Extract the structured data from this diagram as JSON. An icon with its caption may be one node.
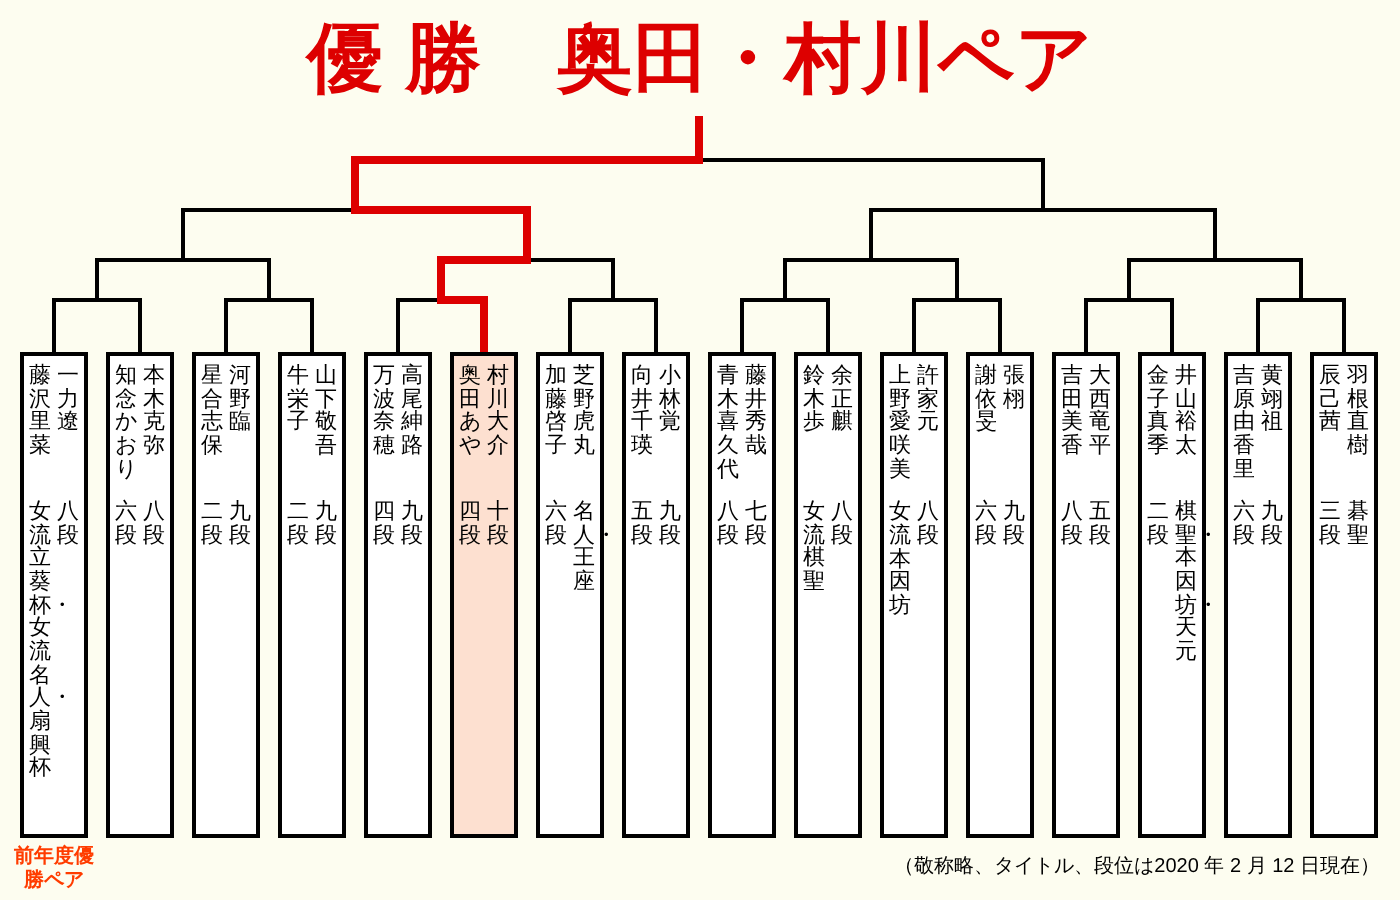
{
  "diagram": {
    "nodes": [
      {
        "text": [
          "優 勝　奥田・村川ペア"
        ]
      },
      {
        "text": [
          "藤沢里菜",
          "女流立葵杯・女流名人・扇興杯",
          "一力遼",
          "八段"
        ],
        "beside": [
          "前年度優勝ペア"
        ]
      },
      {
        "text": [
          "知念かおり",
          "六段",
          "本木克弥",
          "八段"
        ]
      },
      {
        "text": [
          "星合志保",
          "二段",
          "河野臨",
          "九段"
        ]
      },
      {
        "text": [
          "牛栄子",
          "二段",
          "山下敬吾",
          "九段"
        ]
      },
      {
        "text": [
          "万波奈穂",
          "四段",
          "高尾紳路",
          "九段"
        ]
      },
      {
        "text": [
          "奥田あや",
          "四段",
          "村川大介",
          "十段"
        ]
      },
      {
        "text": [
          "加藤啓子",
          "六段",
          "芝野虎丸",
          "名人・王座"
        ]
      },
      {
        "text": [
          "向井千瑛",
          "五段",
          "小林覚",
          "九段"
        ]
      },
      {
        "text": [
          "青木喜久代",
          "八段",
          "藤井秀哉",
          "七段"
        ]
      },
      {
        "text": [
          "鈴木歩",
          "女流棋聖",
          "余正麒",
          "八段"
        ]
      },
      {
        "text": [
          "上野愛咲美",
          "女流本因坊",
          "許家元",
          "八段"
        ]
      },
      {
        "text": [
          "謝依旻",
          "六段",
          "張栩",
          "九段"
        ]
      },
      {
        "text": [
          "吉田美香",
          "八段",
          "大西竜平",
          "五段"
        ]
      },
      {
        "text": [
          "金子真季",
          "二段",
          "井山裕太",
          "棋聖・本因坊・天元"
        ]
      },
      {
        "text": [
          "吉原由香里",
          "六段",
          "黄翊祖",
          "九段"
        ]
      },
      {
        "text": [
          "辰己茜",
          "三段",
          "羽根直樹",
          "碁聖"
        ]
      }
    ],
    "edges": [
      {
        "from": 1,
        "to": 0,
        "arrow": "none"
      },
      {
        "from": 2,
        "to": 0,
        "arrow": "none"
      },
      {
        "from": 3,
        "to": 0,
        "arrow": "none"
      },
      {
        "from": 4,
        "to": 0,
        "arrow": "none"
      },
      {
        "from": 5,
        "to": 0,
        "arrow": "none"
      },
      {
        "from": 6,
        "to": 0,
        "arrow": "none",
        "style": "thick",
        "color": "#dd0000"
      },
      {
        "from": 7,
        "to": 0,
        "arrow": "none"
      },
      {
        "from": 8,
        "to": 0,
        "arrow": "none"
      },
      {
        "from": 9,
        "to": 0,
        "arrow": "none"
      },
      {
        "from": 10,
        "to": 0,
        "arrow": "none"
      },
      {
        "from": 11,
        "to": 0,
        "arrow": "none"
      },
      {
        "from": 12,
        "to": 0,
        "arrow": "none"
      },
      {
        "from": 13,
        "to": 0,
        "arrow": "none"
      },
      {
        "from": 14,
        "to": 0,
        "arrow": "none"
      },
      {
        "from": 15,
        "to": 0,
        "arrow": "none"
      },
      {
        "from": 16,
        "to": 0,
        "arrow": "none"
      }
    ],
    "caption": "（敬称略、タイトル、段位は2020 年 2 月 12 日現在）"
  }
}
